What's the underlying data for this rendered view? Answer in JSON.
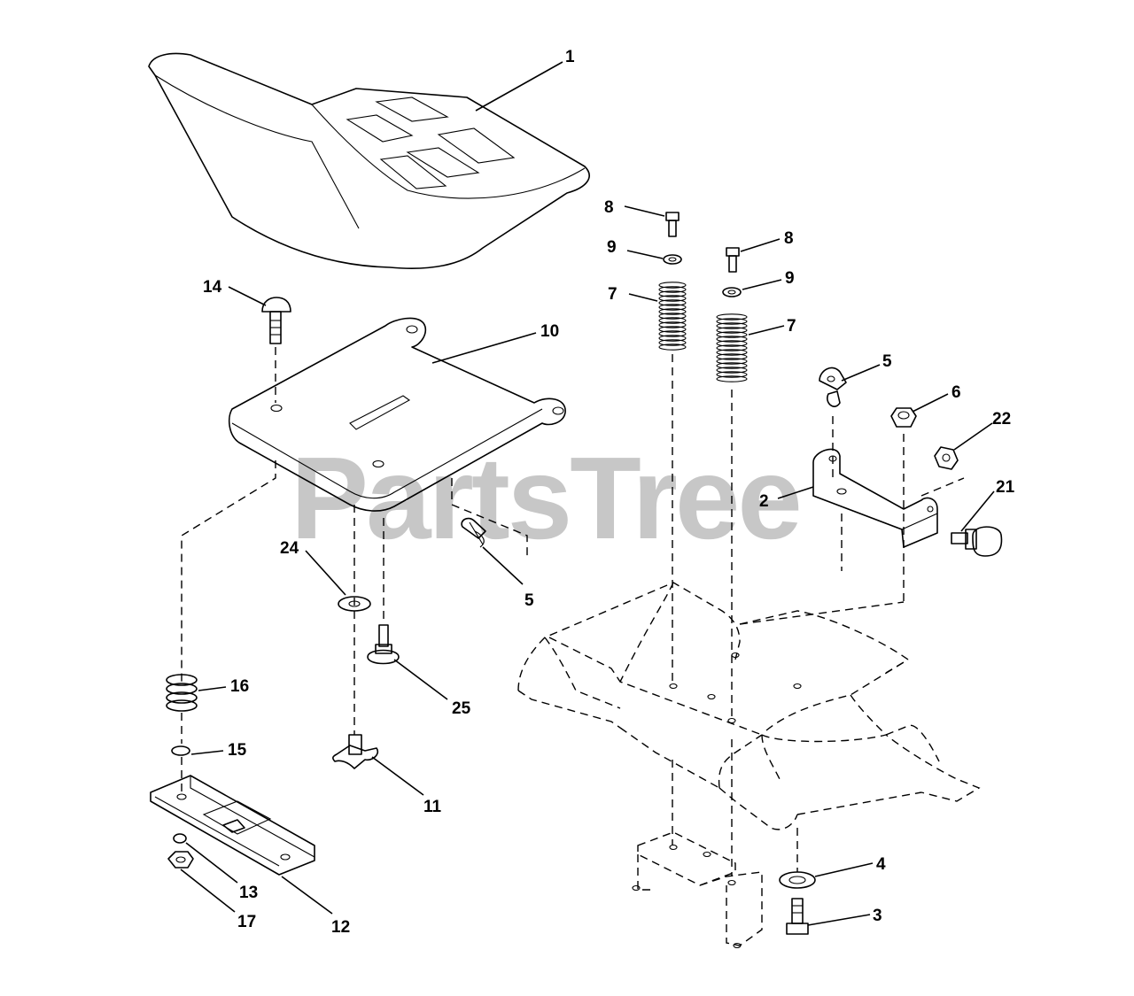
{
  "watermark": "PartsTree",
  "callouts": {
    "seat": "1",
    "bracket": "2",
    "bolt_bottom": "3",
    "washer_bottom": "4",
    "knob_clip_right": "5",
    "knob_clip_left": "5",
    "nut": "6",
    "spring_left": "7",
    "spring_right": "7",
    "bolt_top_left": "8",
    "bolt_top_right": "8",
    "washer_top_left": "9",
    "washer_top_right": "9",
    "seat_pan": "10",
    "knob": "11",
    "slide_rail": "12",
    "lock_washer": "13",
    "carriage_bolt": "14",
    "washer_small": "15",
    "spring_small": "16",
    "nut_bottom": "17",
    "shoulder_bolt": "21",
    "hex_nut": "22",
    "flat_washer": "24",
    "pivot_bolt": "25"
  }
}
